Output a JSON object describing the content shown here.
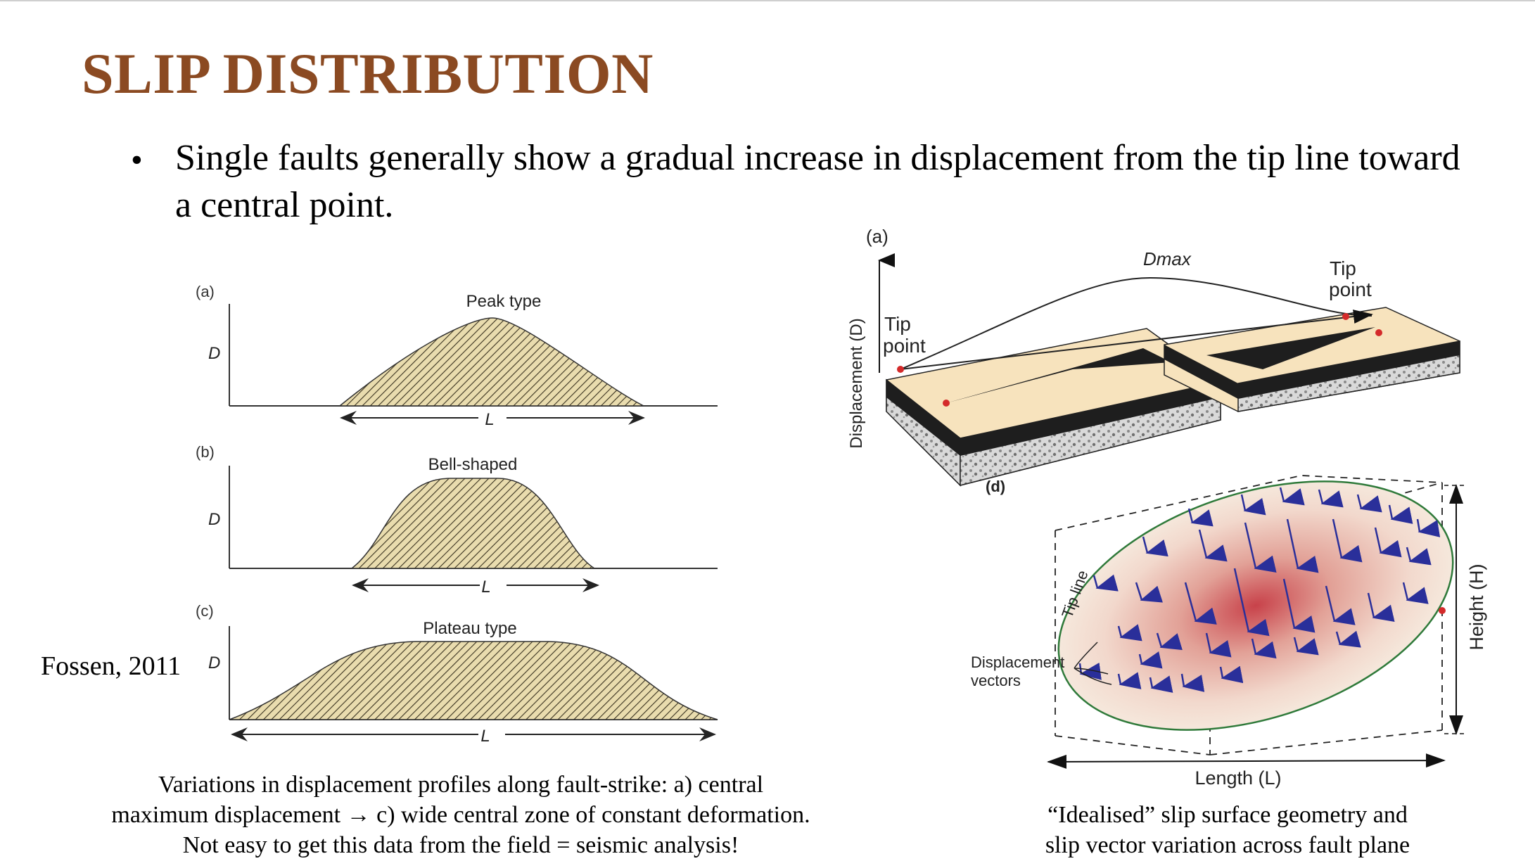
{
  "slide": {
    "title": "SLIP DISTRIBUTION",
    "bullet": "Single faults generally show a gradual increase in displacement from the tip line toward a central point.",
    "credit": "Fossen, 2011",
    "caption_left_lines": [
      "Variations in displacement profiles along fault-strike: a) central",
      "maximum displacement → c) wide central zone of constant deformation.",
      "Not easy to get this data from the field = seismic analysis!"
    ],
    "caption_right_lines": [
      "“Idealised” slip surface geometry and",
      "slip vector variation across fault plane"
    ]
  },
  "profiles": {
    "axis_label": "D",
    "length_label": "L",
    "panels": [
      {
        "letter": "(a)",
        "name": "Peak type"
      },
      {
        "letter": "(b)",
        "name": "Bell-shaped"
      },
      {
        "letter": "(c)",
        "name": "Plateau type"
      }
    ]
  },
  "block_diagram": {
    "letter": "(a)",
    "axis_label": "Displacement (D)",
    "dmax_label": "Dmax",
    "tip_point_label_1": "Tip",
    "tip_point_label_2": "point"
  },
  "ellipse_diagram": {
    "letter": "(d)",
    "tip_line_label": "Tip line",
    "vectors_label_1": "Displacement",
    "vectors_label_2": "vectors",
    "length_label": "Length (L)",
    "height_label": "Height (H)"
  },
  "colors": {
    "title": "#8b4a22",
    "hatch_fill": "#e9dcae",
    "block_top": "#f7e3bd",
    "vector": "#2a2f9a",
    "ellipse_edge": "#2f7a3a",
    "tip_point": "#d42a2a"
  }
}
